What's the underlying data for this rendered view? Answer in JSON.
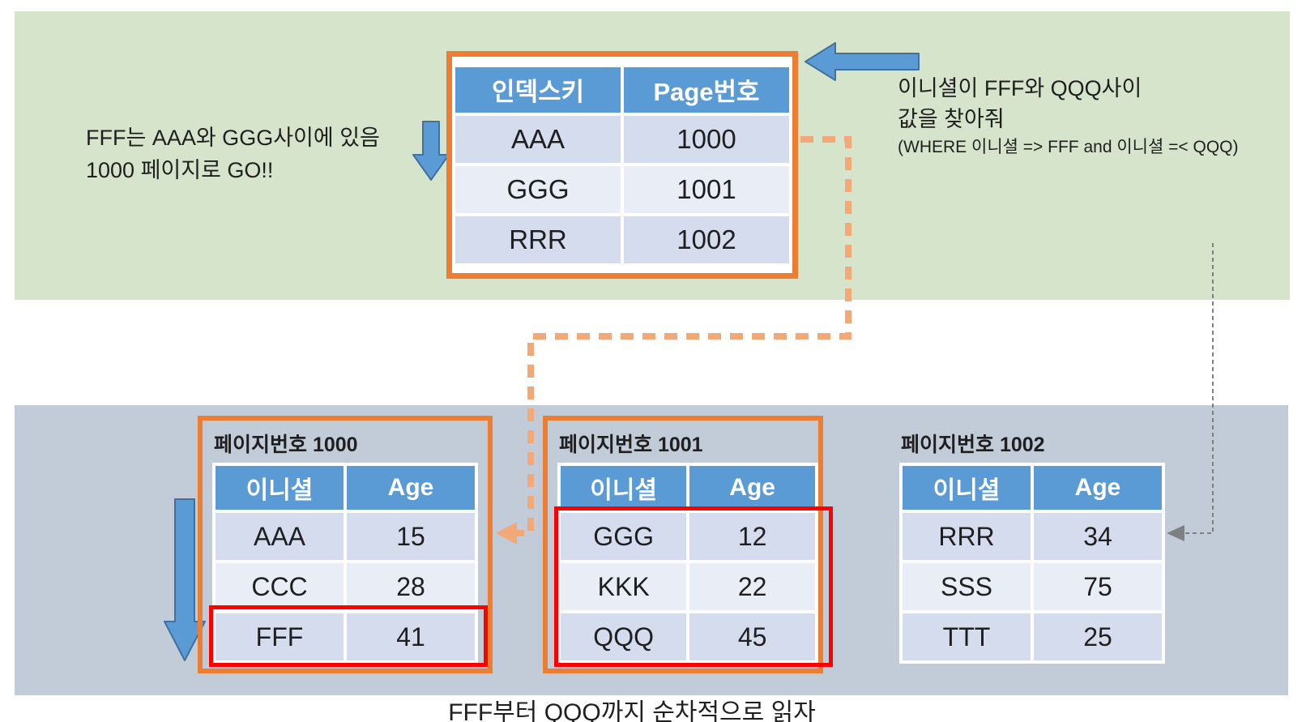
{
  "colors": {
    "green_band": "#d5e4cb",
    "gray_band": "#c2cbd8",
    "header_blue": "#5b9bd5",
    "row_dark": "#d4dcee",
    "row_light": "#e9edf6",
    "orange": "#ed7d31",
    "dash_orange": "#f2a877",
    "red": "#fe0000",
    "arrow_fill": "#5b9bd5",
    "arrow_stroke": "#41719c",
    "gray_line": "#7f7f7f"
  },
  "notes": {
    "left_line1": "FFF는 AAA와 GGG사이에 있음",
    "left_line2": "1000 페이지로 GO!!",
    "right_line1": "이니셜이 FFF와 QQQ사이",
    "right_line2": "값을 찾아줘",
    "right_line3": "(WHERE 이니셜 => FFF and 이니셜 =< QQQ)",
    "bottom_caption": "FFF부터 QQQ까지 순차적으로 읽자"
  },
  "index_table": {
    "col1_header": "인덱스키",
    "col2_header": "Page번호",
    "rows": [
      {
        "key": "AAA",
        "page": "1000"
      },
      {
        "key": "GGG",
        "page": "1001"
      },
      {
        "key": "RRR",
        "page": "1002"
      }
    ]
  },
  "pages": [
    {
      "title": "페이지번호 1000",
      "col1_header": "이니셜",
      "col2_header": "Age",
      "rows": [
        {
          "initial": "AAA",
          "age": "15"
        },
        {
          "initial": "CCC",
          "age": "28"
        },
        {
          "initial": "FFF",
          "age": "41"
        }
      ]
    },
    {
      "title": "페이지번호 1001",
      "col1_header": "이니셜",
      "col2_header": "Age",
      "rows": [
        {
          "initial": "GGG",
          "age": "12"
        },
        {
          "initial": "KKK",
          "age": "22"
        },
        {
          "initial": "QQQ",
          "age": "45"
        }
      ]
    },
    {
      "title": "페이지번호 1002",
      "col1_header": "이니셜",
      "col2_header": "Age",
      "rows": [
        {
          "initial": "RRR",
          "age": "34"
        },
        {
          "initial": "SSS",
          "age": "75"
        },
        {
          "initial": "TTT",
          "age": "25"
        }
      ]
    }
  ]
}
